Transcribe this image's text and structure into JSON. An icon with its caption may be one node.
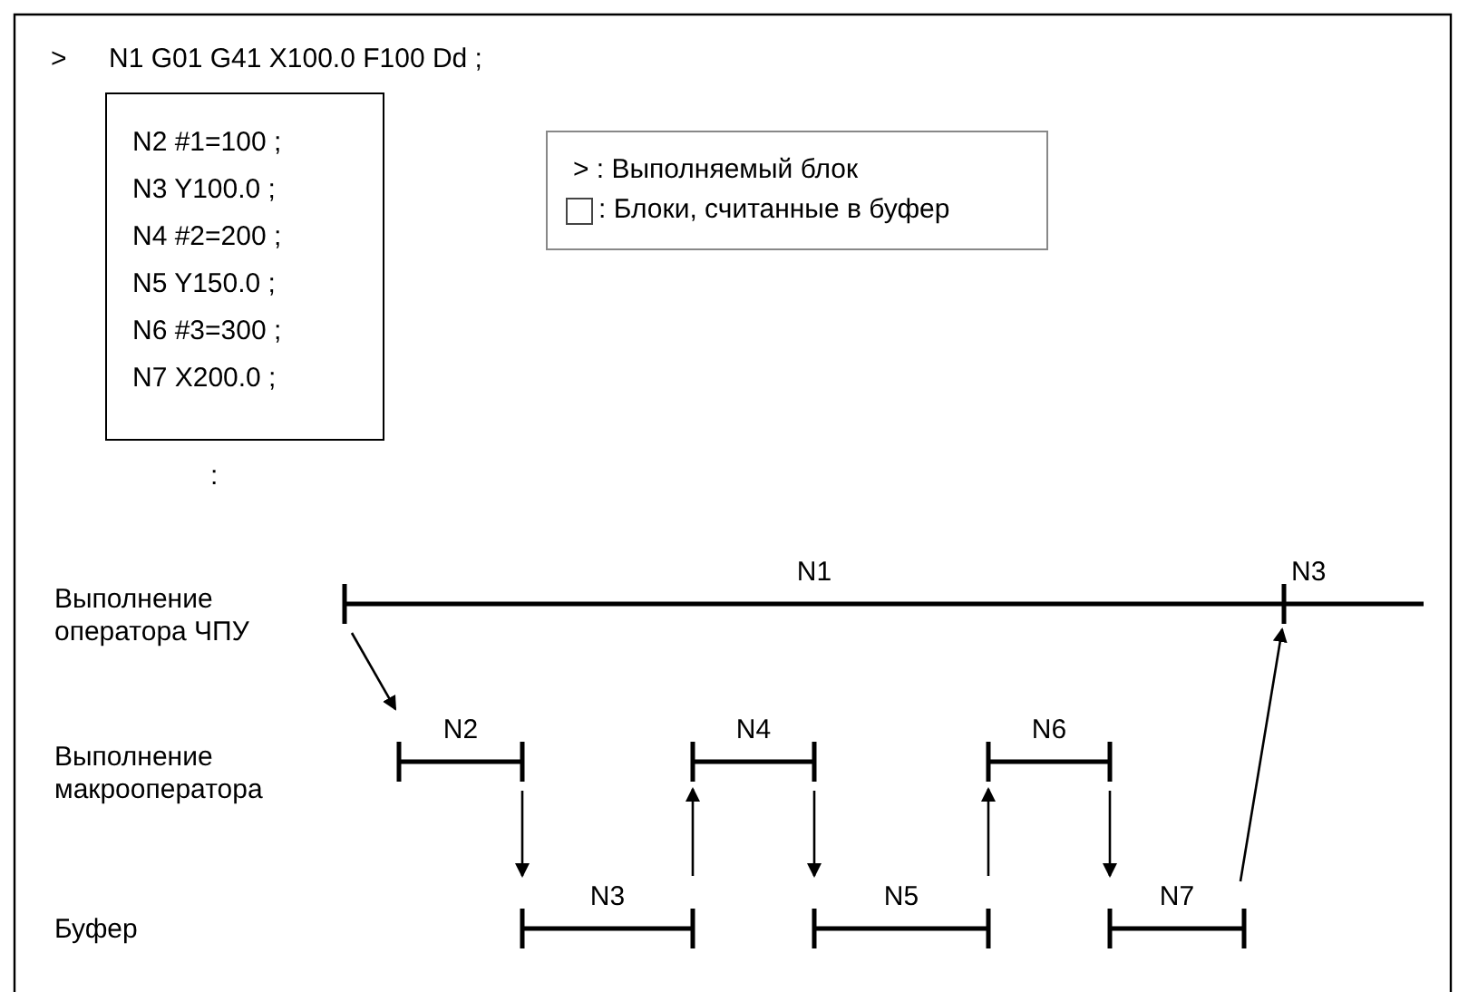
{
  "diagram": {
    "nodes": [
      {
        "text": [
          "N2 #1=100 ;",
          "N3 Y100.0 ;",
          "N4 #2=200 ;",
          "N5 Y150.0 ;",
          "N6 #3=300 ;",
          "N7 X200.0 ;"
        ]
      },
      {
        "text": [
          "N1"
        ]
      },
      {
        "text": [
          "N3"
        ]
      },
      {
        "text": [
          "N2"
        ]
      },
      {
        "text": [
          "N4"
        ]
      },
      {
        "text": [
          "N6"
        ]
      },
      {
        "text": [
          "N3"
        ]
      },
      {
        "text": [
          "N5"
        ]
      },
      {
        "text": [
          "N7"
        ]
      }
    ],
    "edges": [
      {
        "from": 1,
        "to": 3,
        "arrow": "to"
      },
      {
        "from": 3,
        "to": 6,
        "arrow": "to"
      },
      {
        "from": 6,
        "to": 4,
        "arrow": "to"
      },
      {
        "from": 4,
        "to": 7,
        "arrow": "to"
      },
      {
        "from": 7,
        "to": 5,
        "arrow": "to"
      },
      {
        "from": 5,
        "to": 8,
        "arrow": "to"
      },
      {
        "from": 8,
        "to": 2,
        "arrow": "to"
      }
    ],
    "labels": [
      ">",
      "N1 G01 G41 X100.0 F100 Dd ;",
      ":",
      "Выполнение оператора ЧПУ",
      "Выполнение макрооператора",
      "Буфер"
    ],
    "legend": [
      {
        "text": "> : Выполняемый блок"
      },
      {
        "text": ": Блоки, считанные в буфер"
      }
    ]
  }
}
